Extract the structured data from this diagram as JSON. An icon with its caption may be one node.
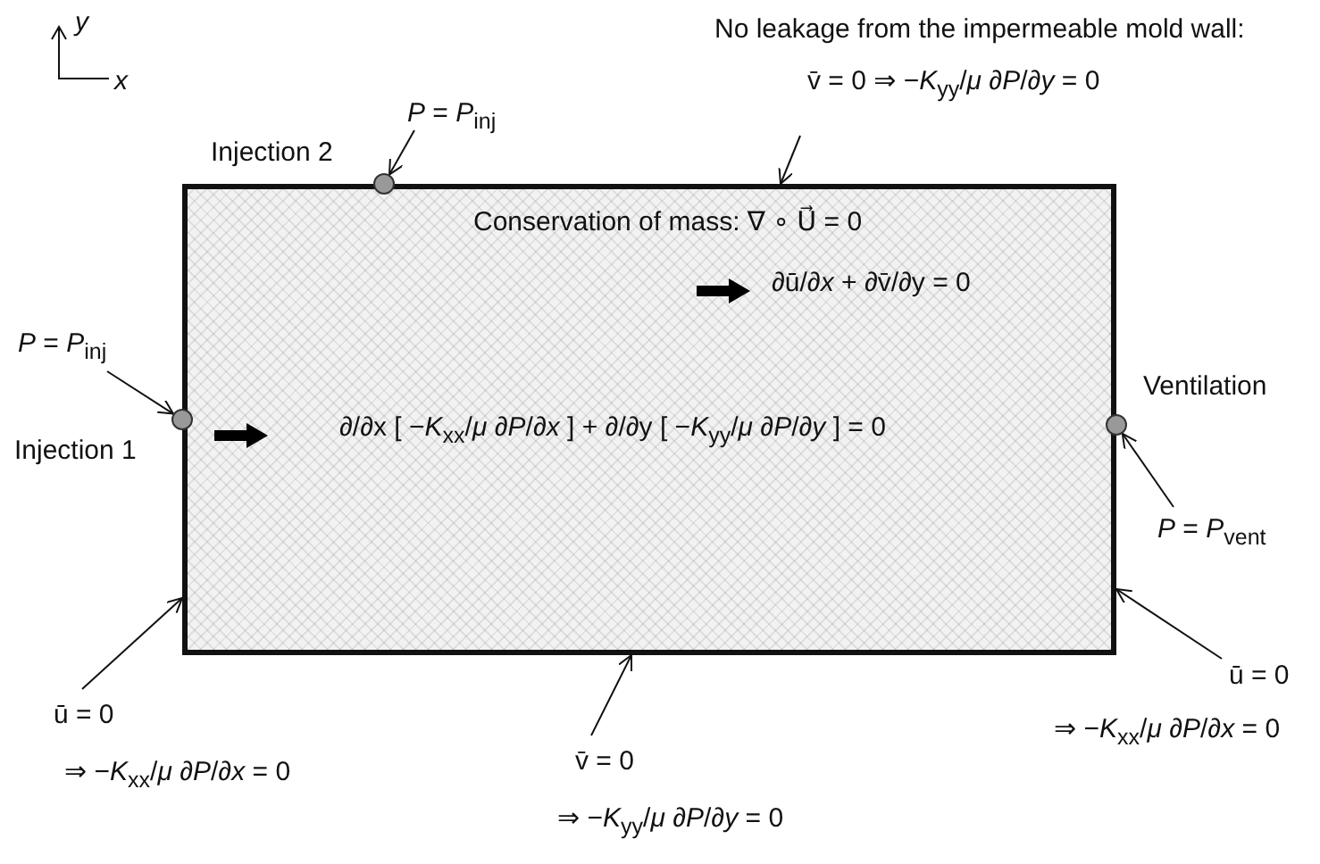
{
  "diagram": {
    "nodes": [
      {
        "text": [
          "Conservation of mass:  ∇ ∘ U⃗ = 0",
          "∂ū/∂*x* + ∂v̄/∂y = 0",
          "∂/∂x [ −*K*$_{xx}$/*μ* ∂*P*/∂*x* ] + ∂/∂y [ −*K*$_{yy}$/*μ* ∂*P*/∂*y* ] = 0"
        ]
      },
      {
        "text": [],
        "shape": "circle"
      },
      {
        "text": [],
        "shape": "circle",
        "beside": [
          "Injection 1"
        ]
      },
      {
        "text": [],
        "shape": "circle",
        "beside": [
          "Ventilation"
        ]
      },
      {
        "text": [
          "*P* = *P*$_{inj}$"
        ]
      },
      {
        "text": [
          "*P* = *P*$_{inj}$"
        ]
      },
      {
        "text": [
          "*P* = *P*$_{vent}$"
        ]
      },
      {
        "text": [
          "No leakage from the impermeable mold wall:",
          "v̄ = 0  ⇒  −*K*$_{yy}$/*μ* ∂*P*/∂*y* = 0"
        ]
      },
      {
        "text": [
          "ū = 0",
          "⇒  −*K*$_{xx}$/*μ* ∂*P*/∂*x* = 0"
        ]
      },
      {
        "text": [
          "v̄ = 0",
          "⇒  −*K*$_{yy}$/*μ* ∂*P*/∂*y* = 0"
        ]
      },
      {
        "text": [
          "ū = 0",
          "⇒  −*K*$_{xx}$/*μ* ∂*P*/∂*x* = 0"
        ]
      }
    ],
    "edges": [
      {
        "from": 4,
        "to": 1,
        "arrow": "to"
      },
      {
        "from": 5,
        "to": 2,
        "arrow": "to"
      },
      {
        "from": 6,
        "to": 3,
        "arrow": "to"
      },
      {
        "from": 7,
        "to": 0,
        "arrow": "to"
      },
      {
        "from": 8,
        "to": 0,
        "arrow": "to"
      },
      {
        "from": 9,
        "to": 0,
        "arrow": "to"
      },
      {
        "from": 10,
        "to": 0,
        "arrow": "to"
      }
    ],
    "labels": [
      "*y*",
      "*x*",
      "Injection 2"
    ]
  }
}
